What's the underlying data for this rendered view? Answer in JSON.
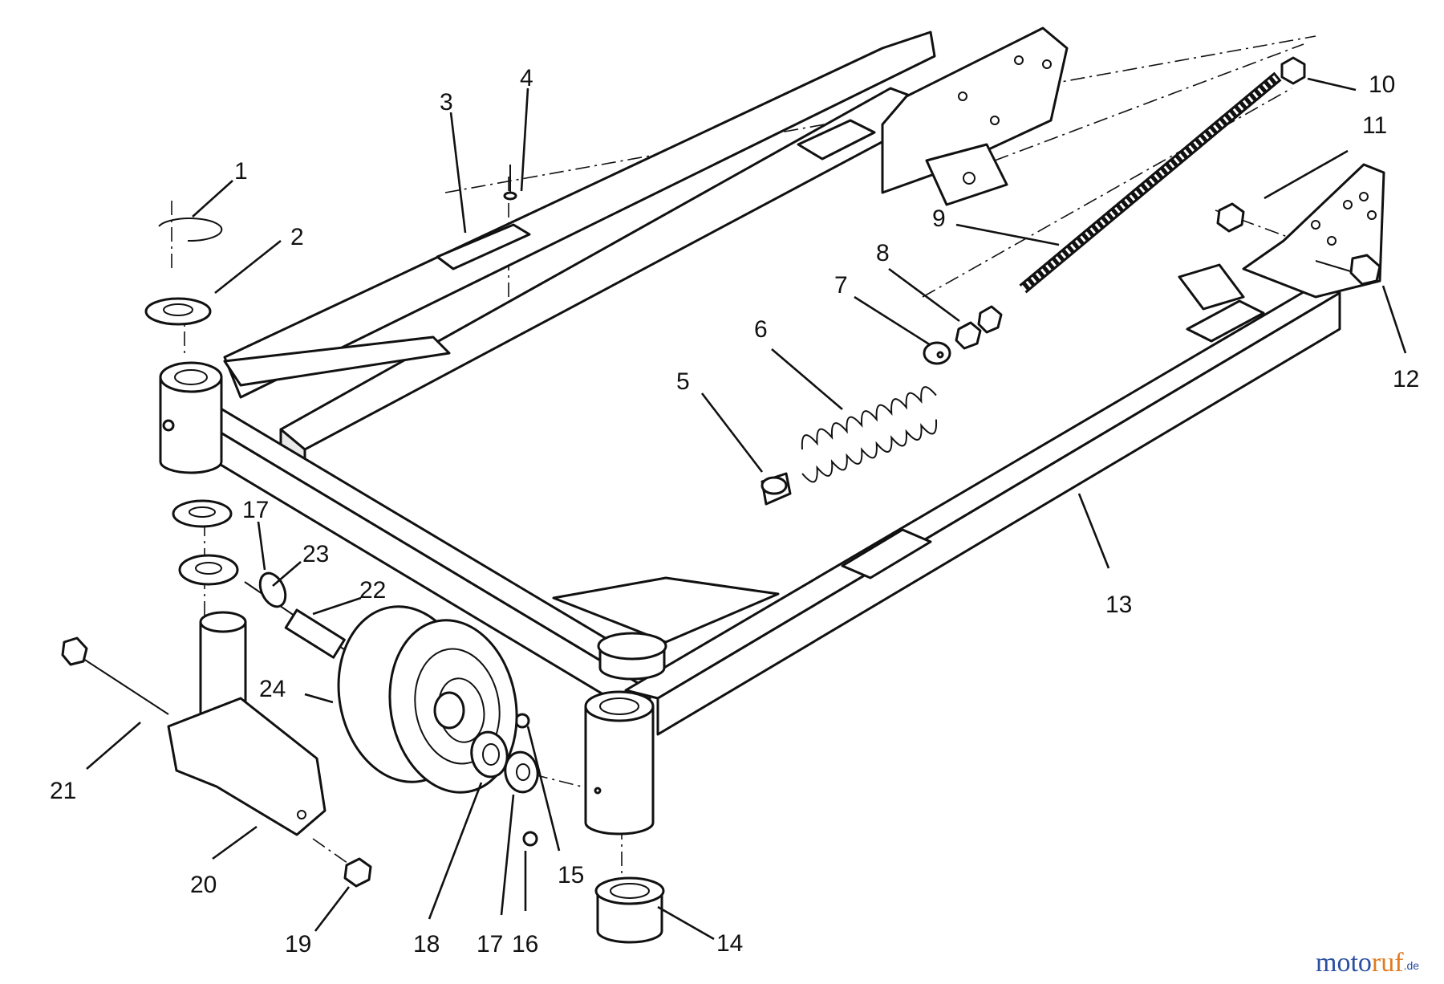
{
  "diagram": {
    "labels": [
      "1",
      "2",
      "3",
      "4",
      "5",
      "6",
      "7",
      "8",
      "9",
      "10",
      "11",
      "12",
      "13",
      "14",
      "15",
      "16",
      "17",
      "17",
      "18",
      "19",
      "20",
      "21",
      "22",
      "23",
      "24"
    ],
    "watermark": {
      "part_a": "moto",
      "part_b": "ruf",
      "part_c": ".de"
    }
  }
}
